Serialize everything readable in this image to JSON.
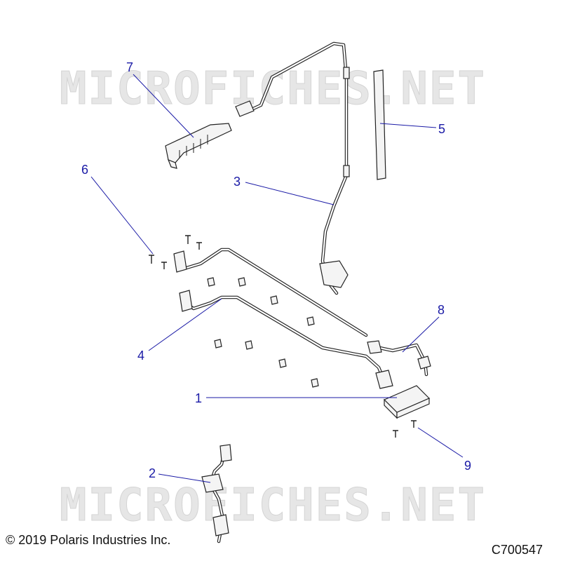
{
  "watermark": "MICROFICHES.NET",
  "callouts": [
    "1",
    "2",
    "3",
    "4",
    "5",
    "6",
    "7",
    "8",
    "9"
  ],
  "copyright": "© 2019 Polaris Industries Inc.",
  "drawing_code": "C700547",
  "colors": {
    "callout": "#1a1aa6",
    "line": "#222222",
    "watermark": "#e6e6e6"
  }
}
